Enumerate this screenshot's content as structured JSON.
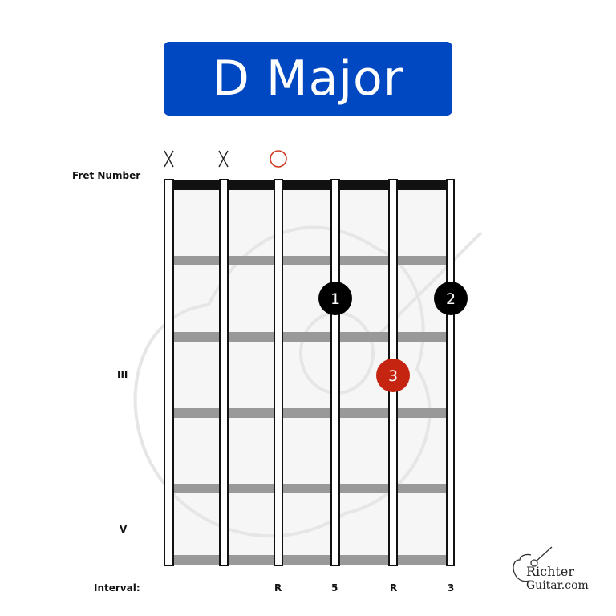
{
  "title": "D Major",
  "labels": {
    "fret_number": "Fret Number",
    "interval": "Interval:"
  },
  "fret_markers": [
    {
      "label": "III",
      "fret": 3
    },
    {
      "label": "V",
      "fret": 5
    }
  ],
  "colors": {
    "title_bg": "#0047c2",
    "finger_dot": "#000000",
    "root_dot": "#c42410",
    "open_marker": "#d03a20",
    "fret": "#999999",
    "nut": "#111111",
    "fretboard_bg": "#f6f6f6"
  },
  "strings": [
    {
      "index": 6,
      "top_marker": "X",
      "interval": ""
    },
    {
      "index": 5,
      "top_marker": "X",
      "interval": ""
    },
    {
      "index": 4,
      "top_marker": "O",
      "interval": "R"
    },
    {
      "index": 3,
      "top_marker": "",
      "interval": "5"
    },
    {
      "index": 2,
      "top_marker": "",
      "interval": "R"
    },
    {
      "index": 1,
      "top_marker": "",
      "interval": "3"
    }
  ],
  "fingers": [
    {
      "finger": "1",
      "string": 3,
      "fret": 2,
      "root": false
    },
    {
      "finger": "2",
      "string": 1,
      "fret": 2,
      "root": false
    },
    {
      "finger": "3",
      "string": 2,
      "fret": 3,
      "root": true
    }
  ],
  "logo": {
    "line1": "Richter",
    "line2": "Guitar.com"
  }
}
